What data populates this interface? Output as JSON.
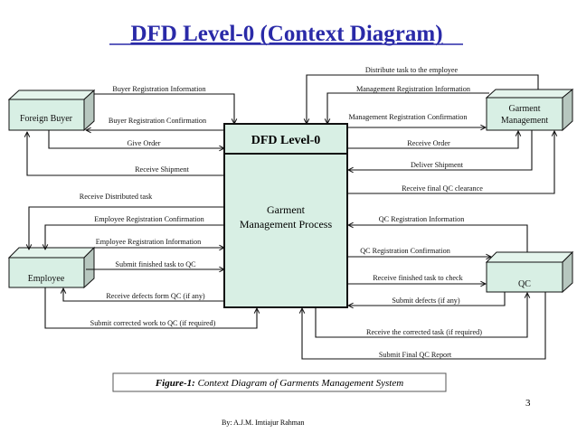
{
  "title": "DFD Level-0 (Context Diagram)",
  "colors": {
    "title": "#2a2aa8",
    "box_fill": "#d8efe4",
    "box_side": "#b7c7bf"
  },
  "process": {
    "header": "DFD Level-0",
    "line1": "Garment",
    "line2": "Management Process"
  },
  "entities": {
    "foreign_buyer": "Foreign Buyer",
    "garment_management_1": "Garment",
    "garment_management_2": "Management",
    "employee": "Employee",
    "qc": "QC"
  },
  "flows": {
    "buyer_reg_info": "Buyer Registration Information",
    "buyer_reg_conf": "Buyer Registration Confirmation",
    "give_order": "Give Order",
    "receive_shipment": "Receive Shipment",
    "receive_distributed_task": "Receive Distributed task",
    "emp_reg_conf": "Employee Registration Confirmation",
    "emp_reg_info": "Employee Registration Information",
    "submit_finished": "Submit finished task to QC",
    "receive_defects": "Receive defects form QC (if any)",
    "submit_corrected": "Submit corrected work to QC (if required)",
    "distribute_task": "Distribute task  to the employee",
    "mgmt_reg_info": "Management Registration Information",
    "mgmt_reg_conf": "Management Registration Confirmation",
    "receive_order": "Receive Order",
    "deliver_shipment": "Deliver Shipment",
    "final_qc_clearance": "Receive final QC clearance",
    "qc_reg_info": "QC Registration Information",
    "qc_reg_conf": "QC Registration Confirmation",
    "receive_finished": "Receive finished task to check",
    "submit_defects": "Submit defects (if any)",
    "receive_corrected": "Receive the corrected task (if required)",
    "final_qc_report": "Submit Final QC  Report"
  },
  "caption": {
    "bold": "Figure-1:",
    "text": " Context Diagram of Garments Management System"
  },
  "page_number": "3",
  "author": "By: A.J.M. Imtiajur Rahman"
}
